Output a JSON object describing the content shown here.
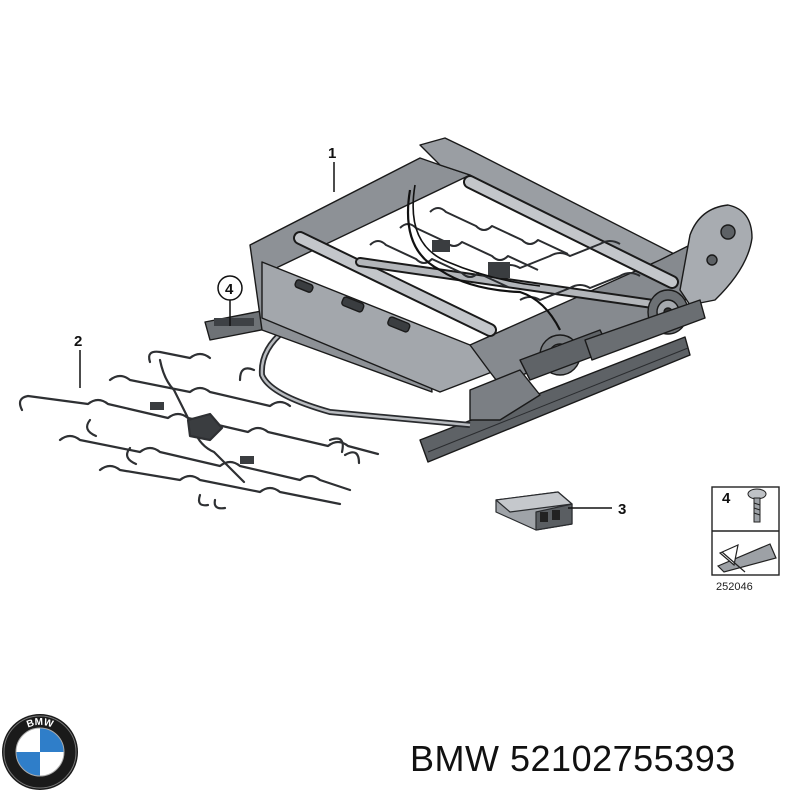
{
  "callouts": {
    "c1": "1",
    "c2": "2",
    "c3": "3",
    "c4": "4"
  },
  "legend": {
    "item_number": "4",
    "reference_code": "252046"
  },
  "caption": {
    "brand": "BMW",
    "part_number": "52102755393"
  },
  "logo": {
    "lettering": "BMW"
  },
  "colors": {
    "frame_fill": "#9a9ea3",
    "frame_dark": "#4a4d51",
    "line": "#1a1a1a",
    "logo_blue": "#2f7ec9"
  }
}
